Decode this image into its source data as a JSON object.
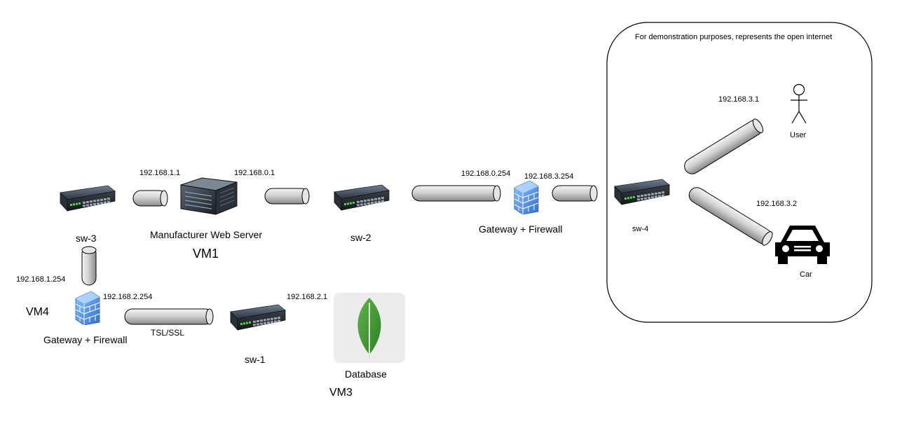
{
  "diagram": {
    "internet_zone": {
      "caption": "For demonstration purposes, represents the open internet"
    },
    "devices": {
      "sw3": {
        "label": "sw-3"
      },
      "sw2": {
        "label": "sw-2"
      },
      "sw1": {
        "label": "sw-1"
      },
      "sw4": {
        "label": "sw-4"
      },
      "web_server": {
        "label": "Manufacturer Web Server",
        "vm": "VM1"
      },
      "gateway_main": {
        "label": "Gateway + Firewall"
      },
      "gateway_vm4": {
        "label": "Gateway + Firewall",
        "vm": "VM4"
      },
      "database": {
        "label": "Database",
        "vm": "VM3"
      },
      "user": {
        "label": "User"
      },
      "car": {
        "label": "Car"
      }
    },
    "addresses": {
      "server_left": "192.168.1.1",
      "server_right": "192.168.0.1",
      "gw_inner": "192.168.0.254",
      "gw_outer": "192.168.3.254",
      "user_ip": "192.168.3.1",
      "car_ip": "192.168.3.2",
      "gw4_top": "192.168.1.254",
      "gw4_right": "192.168.2.254",
      "db_ip": "192.168.2.1"
    },
    "links": {
      "tls": "TSL/SSL"
    }
  }
}
